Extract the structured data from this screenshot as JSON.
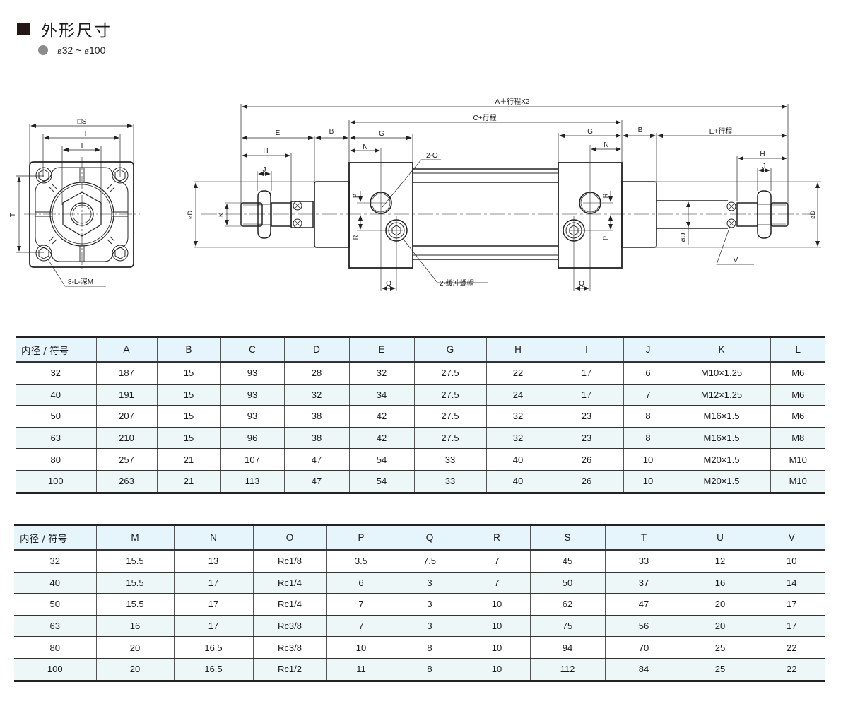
{
  "header": {
    "title": "外形尺寸",
    "bore_range": {
      "from_symbol": "ø",
      "from": "32",
      "separator": " ~ ",
      "to_symbol": "ø",
      "to": "100"
    }
  },
  "drawing": {
    "end_view": {
      "labels": {
        "square_S": "□S",
        "T_horizontal": "T",
        "I": "I",
        "T_vertical": "T",
        "holes": "8-L-深M"
      }
    },
    "side_view": {
      "labels": {
        "overall": "A＋行程X2",
        "tube": "C+行程",
        "E_left": "E",
        "B_left": "B",
        "G_left": "G",
        "H_left": "H",
        "N_left": "N",
        "J_left": "J",
        "port": "2-O",
        "K": "K",
        "D_left": "øD",
        "P_left": "P",
        "R_left": "R",
        "Q_left": "Q",
        "cushion": "2-缓冲螺帽",
        "G_right": "G",
        "B_right": "B",
        "E_right": "E+行程",
        "N_right": "N",
        "H_right": "H",
        "J_right": "J",
        "R_right": "R",
        "P_right": "P",
        "Q_right": "Q",
        "U": "øU",
        "D_right": "øD",
        "V": "V"
      }
    }
  },
  "tables": [
    {
      "columns": [
        "内径 / 符号",
        "A",
        "B",
        "C",
        "D",
        "E",
        "G",
        "H",
        "I",
        "J",
        "K",
        "L"
      ],
      "rows": [
        [
          "32",
          "187",
          "15",
          "93",
          "28",
          "32",
          "27.5",
          "22",
          "17",
          "6",
          "M10×1.25",
          "M6"
        ],
        [
          "40",
          "191",
          "15",
          "93",
          "32",
          "34",
          "27.5",
          "24",
          "17",
          "7",
          "M12×1.25",
          "M6"
        ],
        [
          "50",
          "207",
          "15",
          "93",
          "38",
          "42",
          "27.5",
          "32",
          "23",
          "8",
          "M16×1.5",
          "M6"
        ],
        [
          "63",
          "210",
          "15",
          "96",
          "38",
          "42",
          "27.5",
          "32",
          "23",
          "8",
          "M16×1.5",
          "M8"
        ],
        [
          "80",
          "257",
          "21",
          "107",
          "47",
          "54",
          "33",
          "40",
          "26",
          "10",
          "M20×1.5",
          "M10"
        ],
        [
          "100",
          "263",
          "21",
          "113",
          "47",
          "54",
          "33",
          "40",
          "26",
          "10",
          "M20×1.5",
          "M10"
        ]
      ]
    },
    {
      "columns": [
        "内径 / 符号",
        "M",
        "N",
        "O",
        "P",
        "Q",
        "R",
        "S",
        "T",
        "U",
        "V"
      ],
      "rows": [
        [
          "32",
          "15.5",
          "13",
          "Rc1/8",
          "3.5",
          "7.5",
          "7",
          "45",
          "33",
          "12",
          "10"
        ],
        [
          "40",
          "15.5",
          "17",
          "Rc1/4",
          "6",
          "3",
          "7",
          "50",
          "37",
          "16",
          "14"
        ],
        [
          "50",
          "15.5",
          "17",
          "Rc1/4",
          "7",
          "3",
          "10",
          "62",
          "47",
          "20",
          "17"
        ],
        [
          "63",
          "16",
          "17",
          "Rc3/8",
          "7",
          "3",
          "10",
          "75",
          "56",
          "20",
          "17"
        ],
        [
          "80",
          "20",
          "16.5",
          "Rc3/8",
          "10",
          "8",
          "10",
          "94",
          "70",
          "25",
          "22"
        ],
        [
          "100",
          "20",
          "16.5",
          "Rc1/2",
          "11",
          "8",
          "10",
          "112",
          "84",
          "25",
          "22"
        ]
      ]
    }
  ]
}
